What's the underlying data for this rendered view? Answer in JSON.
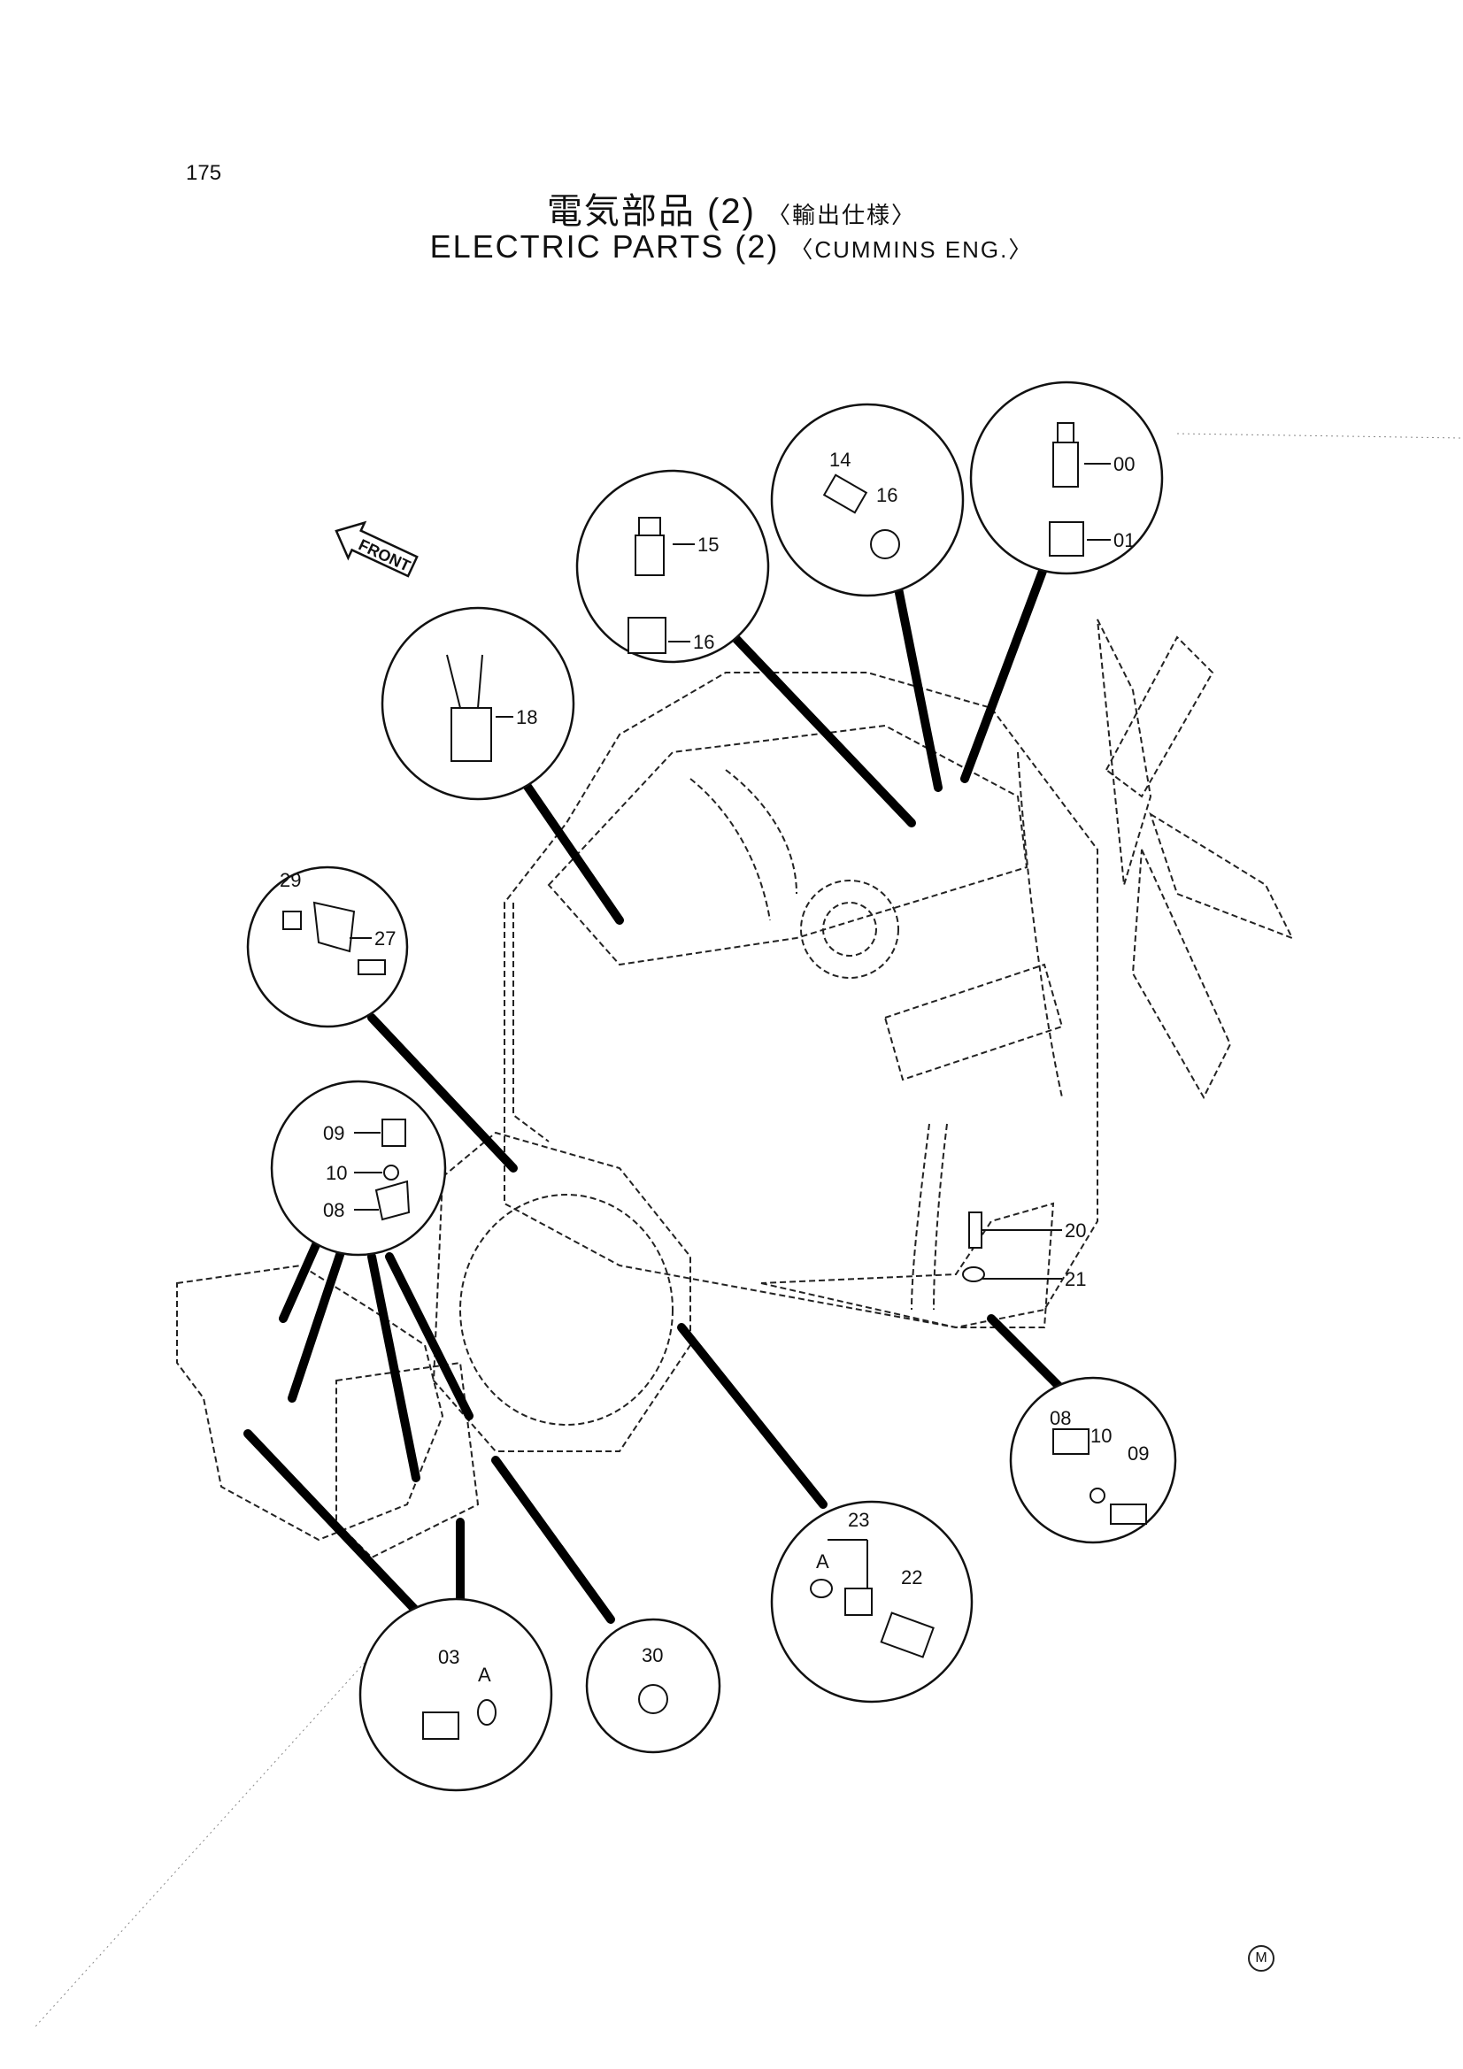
{
  "page_number": "175",
  "title_jp": "電気部品 (2)",
  "title_jp_note": "〈輸出仕様〉",
  "title_en": "ELECTRIC  PARTS  (2)",
  "title_en_note": "〈CUMMINS  ENG.〉",
  "front_label": "FRONT",
  "corner_mark": "M",
  "callouts": {
    "c00": "00",
    "c01": "01",
    "c14": "14",
    "c16a": "16",
    "c15": "15",
    "c16b": "16",
    "c18": "18",
    "c29": "29",
    "c27": "27",
    "c09a": "09",
    "c10a": "10",
    "c08a": "08",
    "c20": "20",
    "c21": "21",
    "c08b": "08",
    "c10b": "10",
    "c09b": "09",
    "c23": "23",
    "c23a": "A",
    "c22": "22",
    "c30": "30",
    "c03": "03",
    "c03a": "A"
  }
}
